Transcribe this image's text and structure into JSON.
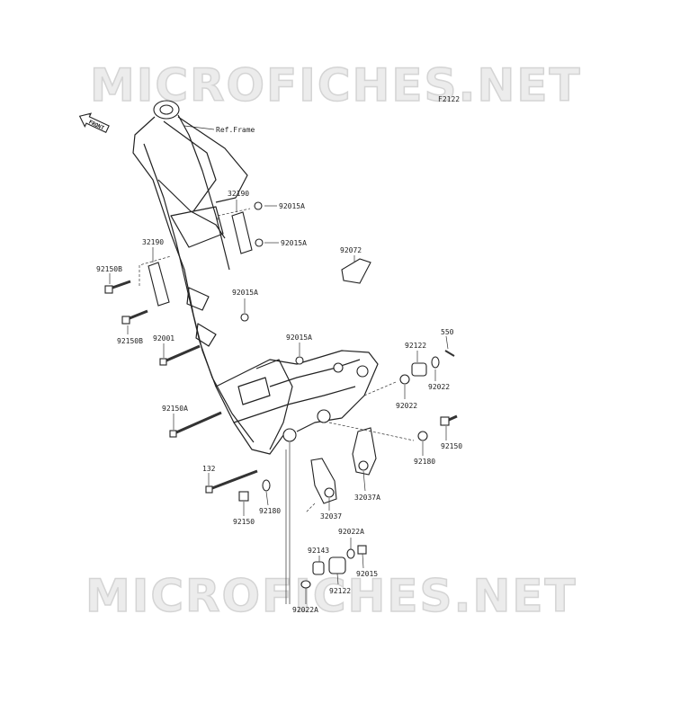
{
  "diagram": {
    "code": "F2122",
    "front_label": "FRONT",
    "ref_label": "Ref.Frame",
    "watermark_top": "MICROFICHES.NET",
    "watermark_bottom": "MICROFICHES.NET"
  },
  "parts": [
    {
      "id": "p-32190-a",
      "number": "32190"
    },
    {
      "id": "p-92015a-1",
      "number": "92015A"
    },
    {
      "id": "p-92015a-2",
      "number": "92015A"
    },
    {
      "id": "p-32190-b",
      "number": "32190"
    },
    {
      "id": "p-92150b-1",
      "number": "92150B"
    },
    {
      "id": "p-92150b-2",
      "number": "92150B"
    },
    {
      "id": "p-92015a-3",
      "number": "92015A"
    },
    {
      "id": "p-92001",
      "number": "92001"
    },
    {
      "id": "p-92015a-4",
      "number": "92015A"
    },
    {
      "id": "p-92072",
      "number": "92072"
    },
    {
      "id": "p-550",
      "number": "550"
    },
    {
      "id": "p-92122-a",
      "number": "92122"
    },
    {
      "id": "p-92022-a",
      "number": "92022"
    },
    {
      "id": "p-92022-b",
      "number": "92022"
    },
    {
      "id": "p-92150a",
      "number": "92150A"
    },
    {
      "id": "p-92150-a",
      "number": "92150"
    },
    {
      "id": "p-92180-a",
      "number": "92180"
    },
    {
      "id": "p-32037a",
      "number": "32037A"
    },
    {
      "id": "p-132",
      "number": "132"
    },
    {
      "id": "p-92180-b",
      "number": "92180"
    },
    {
      "id": "p-92150-b",
      "number": "92150"
    },
    {
      "id": "p-32037",
      "number": "32037"
    },
    {
      "id": "p-92022a-a",
      "number": "92022A"
    },
    {
      "id": "p-92143",
      "number": "92143"
    },
    {
      "id": "p-92015",
      "number": "92015"
    },
    {
      "id": "p-92122-b",
      "number": "92122"
    },
    {
      "id": "p-92022a-b",
      "number": "92022A"
    }
  ]
}
